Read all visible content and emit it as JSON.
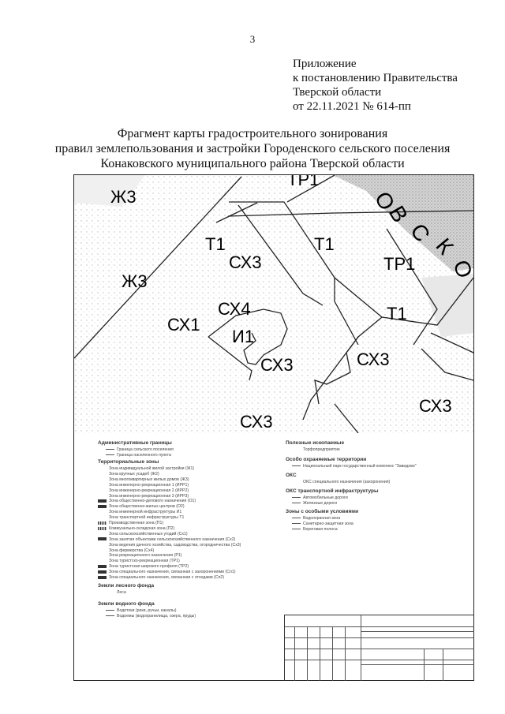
{
  "page_number": "3",
  "appendix": {
    "line1": "Приложение",
    "line2": "к постановлению Правительства",
    "line3": "Тверской области",
    "line4": "от 22.11.2021 № 614-пп"
  },
  "title": {
    "line1": "Фрагмент карты градостроительного зонирования",
    "line2": "правил землепользования и застройки Городенского сельского поселения",
    "line3": "Конаковского муниципального района Тверской области"
  },
  "map": {
    "zone_labels": [
      {
        "text": "Ж3"
      },
      {
        "text": "Ж3"
      },
      {
        "text": "ТР1"
      },
      {
        "text": "Т1"
      },
      {
        "text": "Т1"
      },
      {
        "text": "СХ3"
      },
      {
        "text": "ТР1"
      },
      {
        "text": "СХ4"
      },
      {
        "text": "СХ1"
      },
      {
        "text": "И1"
      },
      {
        "text": "Т1"
      },
      {
        "text": "СХ3"
      },
      {
        "text": "СХ3"
      },
      {
        "text": "СХ3"
      },
      {
        "text": "СХ3"
      }
    ],
    "road_letters": [
      "О",
      "В",
      "С",
      "К",
      "О"
    ]
  },
  "legend": {
    "admin": {
      "heading": "Административные границы",
      "items": [
        "Граница сельского поселения",
        "Граница населенного пункта"
      ]
    },
    "territorial": {
      "heading": "Территориальные зоны",
      "items": [
        "Зона индивидуальной жилой застройки (Ж1)",
        "Зона крупных усадеб (Ж2)",
        "Зона многоквартирных жилых домов (Ж3)",
        "Зона инженерно-рекреационная 1 (ИРР1)",
        "Зона инженерно-рекреационная 2 (ИРР2)",
        "Зона инженерно-рекреационная 3 (ИРР3)",
        "Зона общественно-делового назначения (О1)",
        "Зона общественно-жилых центров (О2)",
        "Зона инженерной инфраструктуры И1",
        "Зона транспортной инфраструктуры Т1",
        "Производственная зона (П1)",
        "Коммунально-складская зона (П2)",
        "Зона сельскохозяйственных угодий (Сх1)",
        "Зона занятая объектами сельскохозяйственного назначения (Сх2)",
        "Зона ведения дачного хозяйства, садоводства, огородничества (Сх3)",
        "Зона фермерства (Сх4)",
        "Зона рекреационного назначения (Р1)",
        "Зона туристско-рекреационная (ТР1)",
        "Зона туристская широкого профиля (ТР2)",
        "Зона специального назначения, связанная с захоронениями (Сп1)",
        "Зона специального назначения, связанная с отходами (Сп2)"
      ]
    },
    "forest": {
      "heading": "Земли лесного фонда",
      "items": [
        "Леса"
      ]
    },
    "water": {
      "heading": "Земли водного фонда",
      "items": [
        "Водотоки (реки, ручьи, каналы)",
        "Водоемы (водохранилища, озера, пруды)"
      ]
    },
    "minerals": {
      "heading": "Полезные ископаемые",
      "items": [
        "Торфопредприятие"
      ]
    },
    "protected": {
      "heading": "Особо охраняемые территории",
      "items": [
        "Национальный парк государственный комплекс \"Завидово\""
      ]
    },
    "oks": {
      "heading": "ОКС",
      "items": [
        "ОКС специального назначения (захоронения)"
      ]
    },
    "transport": {
      "heading": "ОКС транспортной инфраструктуры",
      "items": [
        "Автомобильные дороги",
        "Железные дороги"
      ]
    },
    "special": {
      "heading": "Зоны с особыми условиями",
      "items": [
        "Водоохранная зона",
        "Санитарно-защитная зона",
        "Береговая полоса"
      ]
    }
  },
  "colors": {
    "line": "#222222",
    "legend_text": "#444444"
  }
}
